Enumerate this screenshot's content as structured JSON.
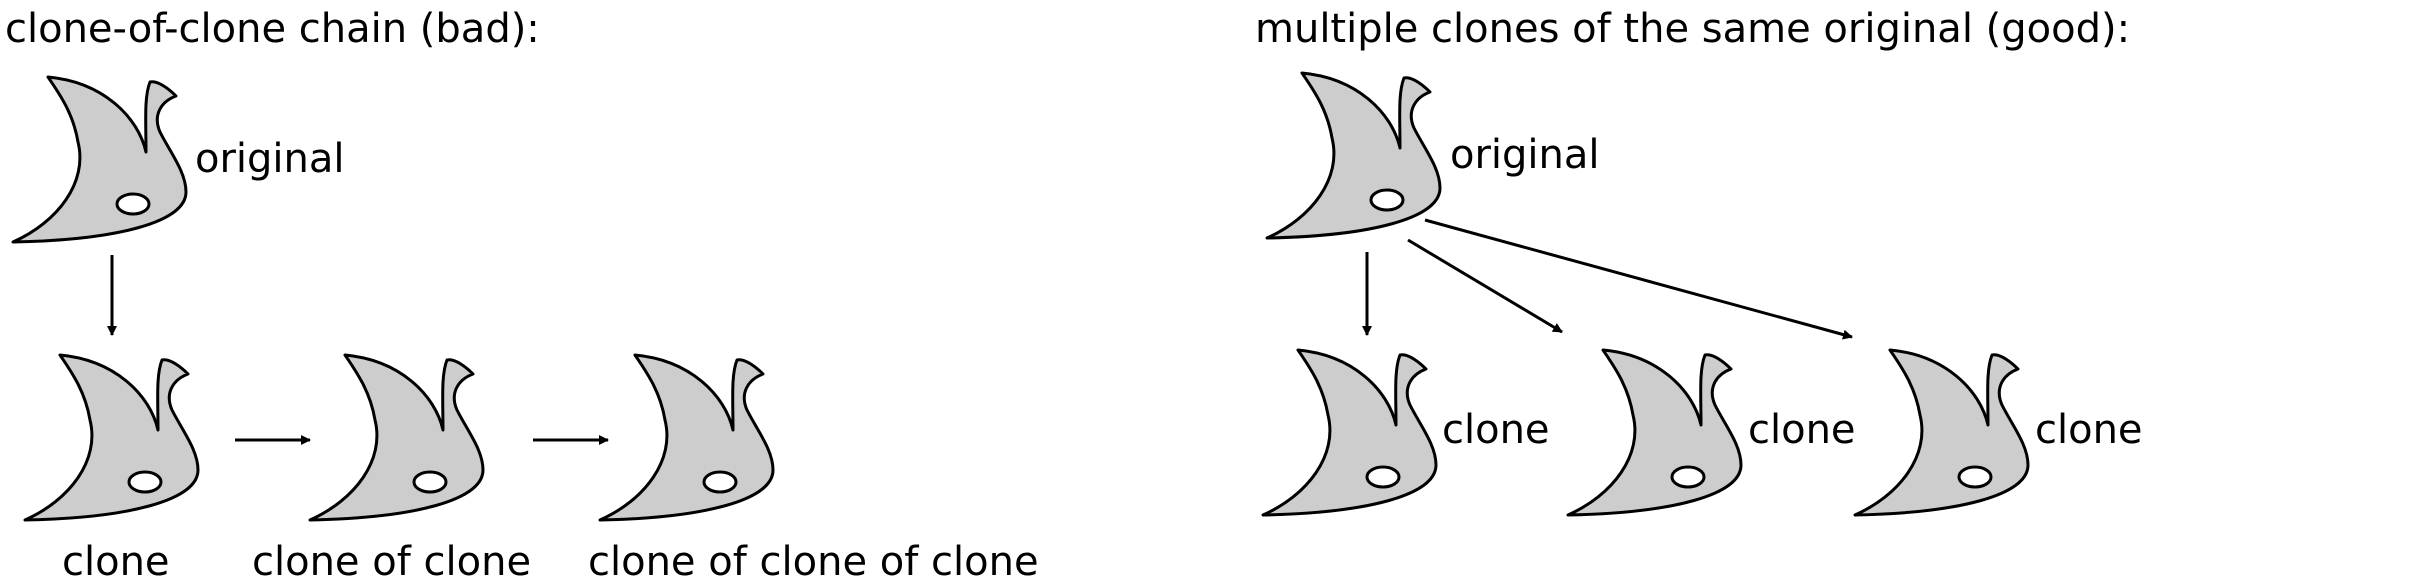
{
  "left_panel": {
    "heading": "clone-of-clone chain (bad):",
    "original_label": "original",
    "chain_labels": [
      "clone",
      "clone of clone",
      "clone of clone of clone"
    ]
  },
  "right_panel": {
    "heading": "multiple clones of the same original (good):",
    "original_label": "original",
    "clone_labels": [
      "clone",
      "clone",
      "clone"
    ]
  },
  "colors": {
    "shape_fill": "#cdcdcd",
    "stroke": "#000000",
    "eye_fill": "#ffffff"
  },
  "icon": "leaf-shape-icon"
}
